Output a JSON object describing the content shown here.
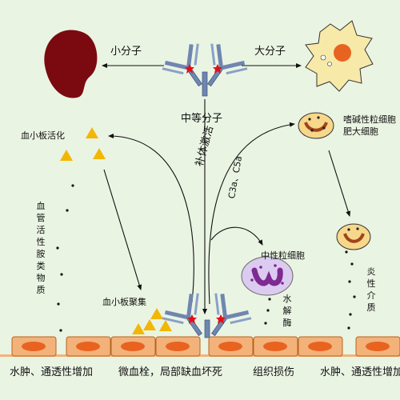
{
  "labels": {
    "small_molecule": "小分子",
    "large_molecule": "大分子",
    "medium_molecule": "中等分子",
    "platelet_activation": "血小板活化",
    "vasoactive_amines": "血管活性胺类物质",
    "platelet_aggregation": "血小板聚集",
    "complement_activation": "补体激活",
    "c3a_c5a": "C3a、C5a",
    "basophil_mast_line1": "嗜碱性粒细胞",
    "basophil_mast_line2": "肥大细胞",
    "neutrophil": "中性粒细胞",
    "hydrolase": "水解酶",
    "inflammatory_mediators": "炎性介质"
  },
  "bottom_labels": {
    "edema_left": "水肿、通透性增加",
    "microthrombus": "微血栓，局部缺血坏死",
    "tissue_damage": "组织损伤",
    "edema_right": "水肿、通透性增加"
  },
  "colors": {
    "background": "#eaf4e3",
    "kidney": "#7a0a0f",
    "antibody": "#6f86b0",
    "antigen": "#e0101a",
    "platelet": "#f2b705",
    "cell_fill": "#f3b27a",
    "cell_nucleus": "#e86320",
    "neutrophil_fill": "#dccbf0",
    "neutrophil_nucleus": "#7e2a93",
    "granulocyte_fill": "#f7d78a"
  }
}
